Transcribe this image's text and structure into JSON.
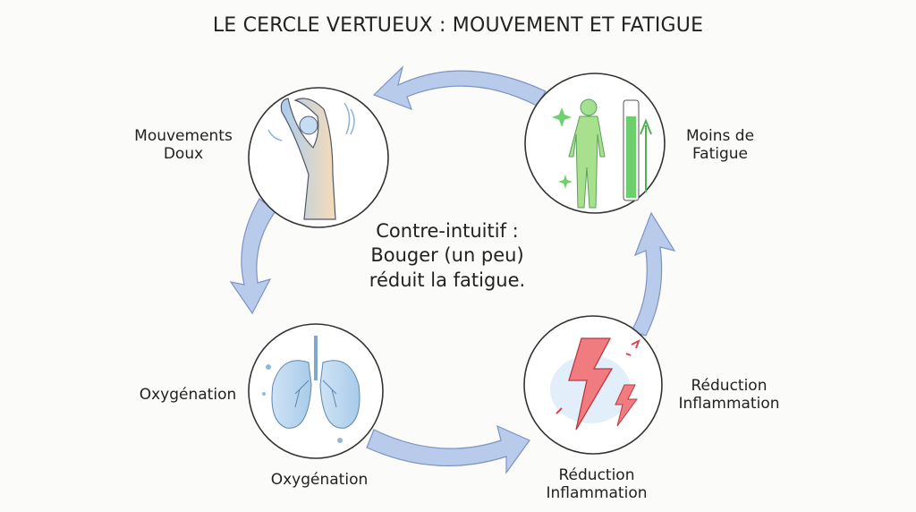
{
  "title": "LE CERCLE VERTUEUX : MOUVEMENT ET FATIGUE",
  "center_text": [
    "Contre-intuitif :",
    "Bouger (un peu)",
    "réduit la fatigue."
  ],
  "nodes": {
    "mouvements": {
      "line1": "Mouvements",
      "line2": "Doux",
      "icon": "stretching-person-icon"
    },
    "fatigue": {
      "line1": "Moins de",
      "line2": "Fatigue",
      "icon": "energized-person-battery-icon"
    },
    "oxygenation": {
      "side_label": "Oxygénation",
      "bottom_label": "Oxygénation",
      "icon": "lungs-icon"
    },
    "inflammation": {
      "side_line1": "Réduction",
      "side_line2": "Inflammation",
      "bottom_line1": "Réduction",
      "bottom_line2": "Inflammation",
      "icon": "lightning-bolt-icon"
    }
  },
  "colors": {
    "arrow": "#b7c8ea",
    "arrow_stroke": "#7d93c4",
    "green": "#7fd67a",
    "red": "#e8606a",
    "blue": "#8fb8e0"
  }
}
